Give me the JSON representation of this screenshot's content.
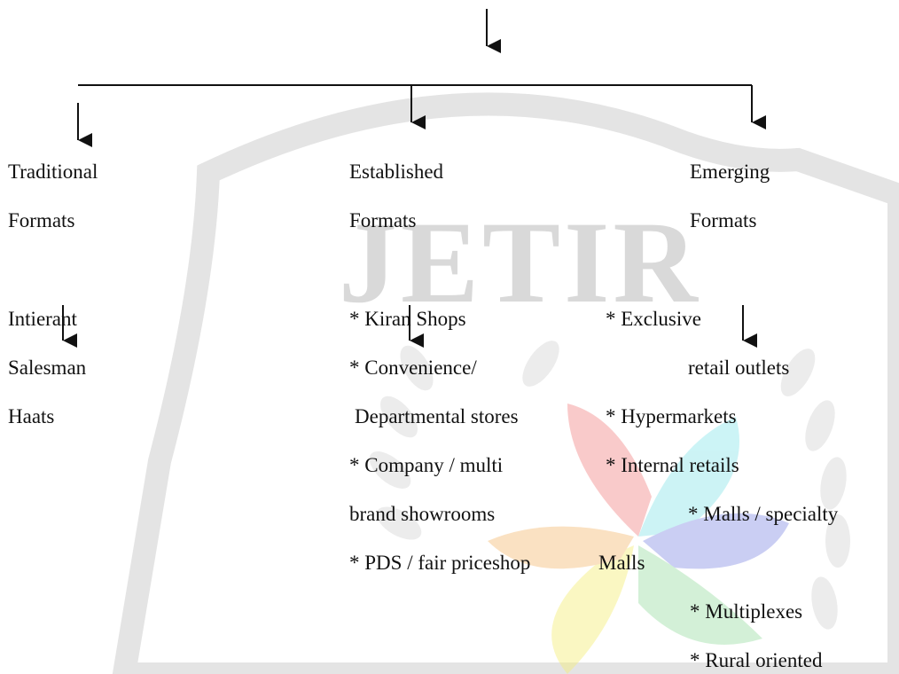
{
  "watermark": {
    "text": "JETIR"
  },
  "columns": {
    "traditional": {
      "heading": [
        "Traditional",
        "Formats"
      ],
      "items": [
        "Intierant",
        "Salesman",
        "Haats"
      ]
    },
    "established": {
      "heading": [
        "Established",
        "Formats"
      ],
      "items": [
        "* Kiran Shops",
        "* Convenience/",
        "Departmental stores",
        "* Company / multi",
        "brand   showrooms",
        "* PDS / fair priceshop"
      ]
    },
    "emerging": {
      "heading": [
        "Emerging",
        "Formats"
      ],
      "items": [
        "* Exclusive",
        "retail outlets",
        "* Hypermarkets",
        "* Internal retails",
        "* Malls / specialty",
        "Malls",
        "* Multiplexes",
        "* Rural oriented"
      ]
    }
  },
  "colors": {
    "ink": "#111111",
    "watermark_gray": "#d6d6d6"
  }
}
